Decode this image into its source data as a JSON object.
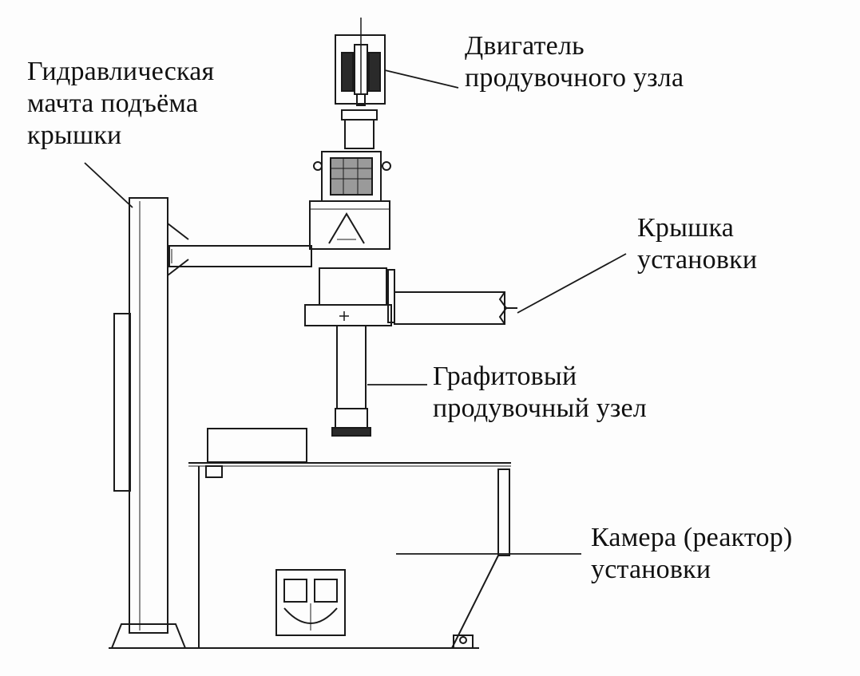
{
  "labels": {
    "motor": {
      "line1": "Двигатель",
      "line2": "продувочного узла"
    },
    "mast": {
      "line1": "Гидравлическая",
      "line2": "мачта подъёма",
      "line3": "крышки"
    },
    "lid": {
      "line1": "Крышка",
      "line2": "установки"
    },
    "graphite": {
      "line1": "Графитовый",
      "line2": "продувочный узел"
    },
    "chamber": {
      "line1": "Камера (реактор)",
      "line2": "установки"
    }
  },
  "colors": {
    "line": "#1a1a1a",
    "paper": "#fdfdfd",
    "fill_dark": "#2a2a2a",
    "fill_gray": "#9a9a9a"
  }
}
